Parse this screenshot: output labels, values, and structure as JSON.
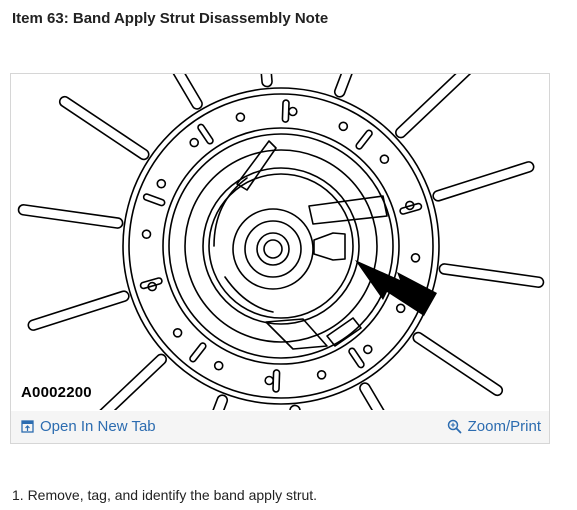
{
  "page": {
    "title": "Item 63: Band Apply Strut Disassembly Note"
  },
  "figure": {
    "id_label": "A0002200",
    "open_tab_label": "Open In New Tab",
    "zoom_label": "Zoom/Print",
    "open_tab_icon": "open-new-tab-icon",
    "zoom_icon": "magnifier-icon"
  },
  "steps": [
    "1. Remove, tag, and identify the band apply strut."
  ],
  "colors": {
    "link": "#2c6cb0",
    "footer_background": "#f5f5f5",
    "border": "#d6d6d6",
    "text": "#222222"
  }
}
